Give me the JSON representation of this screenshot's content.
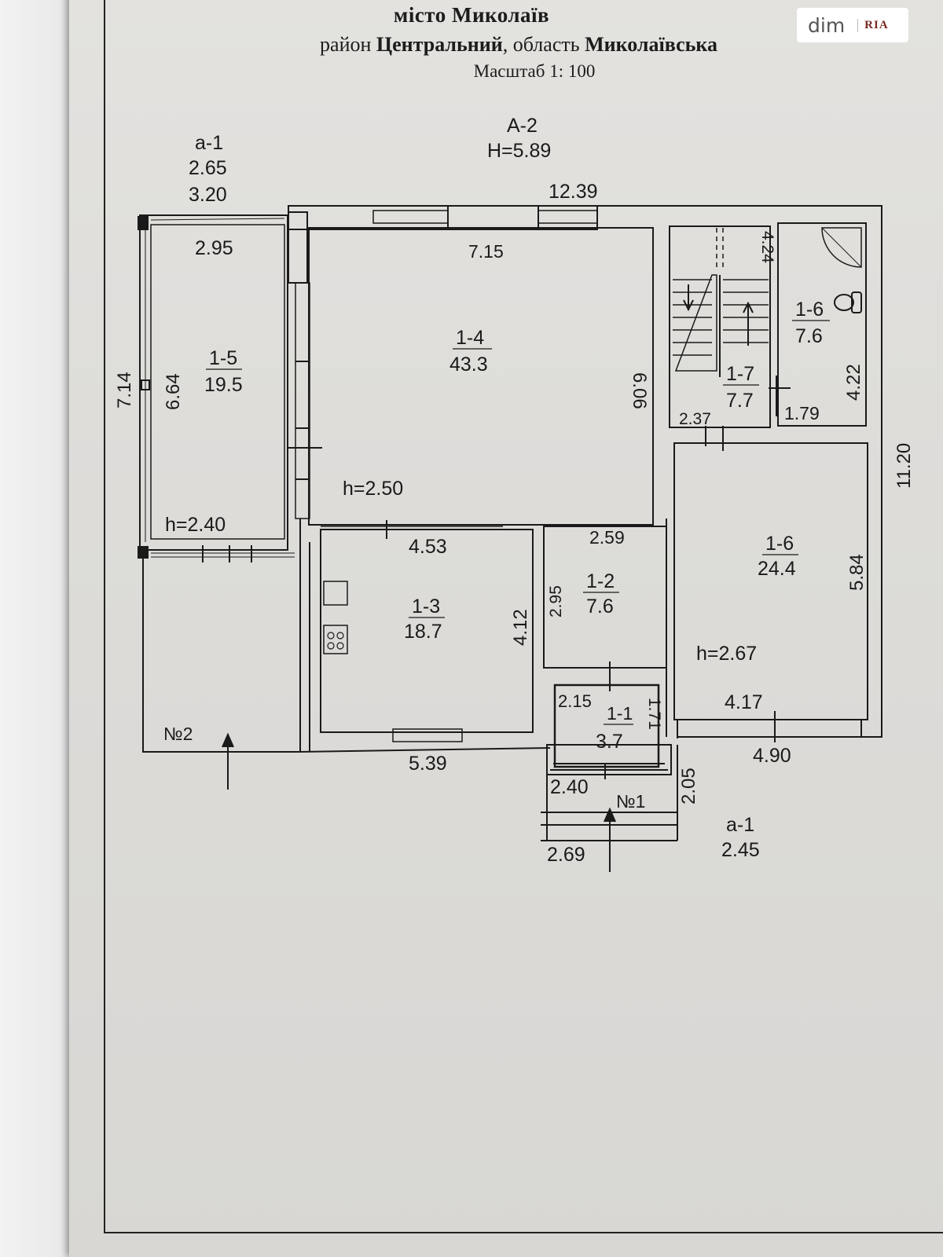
{
  "header": {
    "city": "місто Миколаїв",
    "district_prefix": "район",
    "district_name": "Центральний",
    "region_prefix": ", область",
    "region_name": "Миколаївська",
    "scale": "Масштаб 1: 100"
  },
  "watermark": {
    "dim": "dim",
    "ria": "RIA"
  },
  "building": {
    "label": "А-2",
    "height": "Н=5.89",
    "overall_width": "12.39",
    "overall_depth": "11.20",
    "left_depth": "7.14"
  },
  "annex_top": {
    "label": "а-1",
    "height": "2.65",
    "width": "3.20"
  },
  "annex_bottom": {
    "label": "а-1",
    "height": "2.45"
  },
  "rooms": [
    {
      "id": "1-5",
      "area": "19.5",
      "width": "2.95",
      "depth": "6.64",
      "ceiling": "h=2.40"
    },
    {
      "id": "1-4",
      "area": "43.3",
      "width": "7.15",
      "depth": "6.06",
      "ceiling": "h=2.50"
    },
    {
      "id": "1-7",
      "area": "7.7",
      "width": "2.37",
      "depth": "4.24"
    },
    {
      "id": "1-6",
      "area": "7.6",
      "width": "1.79",
      "depth": "4.22"
    },
    {
      "id": "1-3",
      "area": "18.7",
      "width": "4.53",
      "depth": "4.12"
    },
    {
      "id": "1-2",
      "area": "7.6",
      "width": "2.59",
      "depth": "2.95"
    },
    {
      "id": "1-6",
      "area": "24.4",
      "depth": "5.84",
      "ceiling": "h=2.67",
      "inner_width": "4.17",
      "outer_width": "4.90"
    },
    {
      "id": "1-1",
      "area": "3.7",
      "width": "2.15",
      "depth": "1.71"
    }
  ],
  "entrances": {
    "main": "№1",
    "secondary": "№2"
  },
  "dimensions": {
    "kitchen_outer_width": "5.39",
    "porch_width": "2.40",
    "porch_depth": "2.05",
    "steps_width": "2.69"
  },
  "colors": {
    "paper": "#dddcd9",
    "ink": "#1a1a1a",
    "background": "#8e8e8e"
  }
}
